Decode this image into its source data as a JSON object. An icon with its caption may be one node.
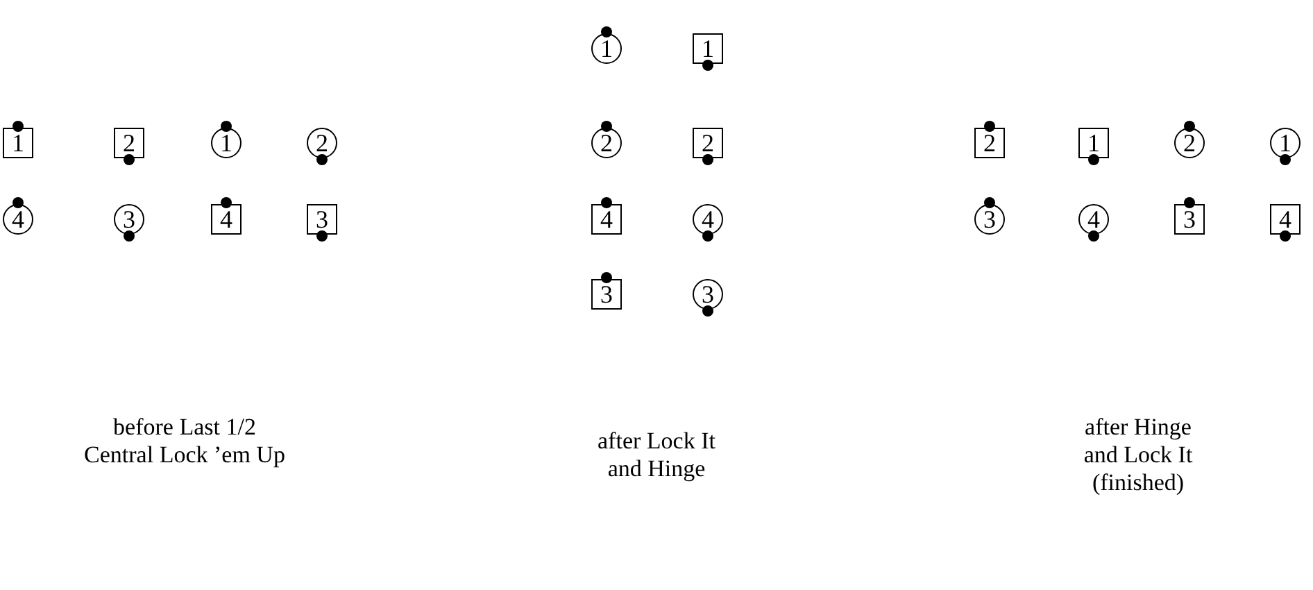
{
  "diagram": {
    "nodes": [
      {
        "text": [
          "1"
        ]
      },
      {
        "text": [
          "2"
        ]
      },
      {
        "text": [
          "1"
        ]
      },
      {
        "text": [
          "2"
        ]
      },
      {
        "text": [
          "4"
        ]
      },
      {
        "text": [
          "3"
        ]
      },
      {
        "text": [
          "4"
        ]
      },
      {
        "text": [
          "3"
        ]
      },
      {
        "text": [
          "1"
        ]
      },
      {
        "text": [
          "1"
        ]
      },
      {
        "text": [
          "2"
        ]
      },
      {
        "text": [
          "2"
        ]
      },
      {
        "text": [
          "4"
        ]
      },
      {
        "text": [
          "4"
        ]
      },
      {
        "text": [
          "3"
        ]
      },
      {
        "text": [
          "3"
        ]
      },
      {
        "text": [
          "2"
        ]
      },
      {
        "text": [
          "1"
        ]
      },
      {
        "text": [
          "2"
        ]
      },
      {
        "text": [
          "1"
        ]
      },
      {
        "text": [
          "3"
        ]
      },
      {
        "text": [
          "4"
        ]
      },
      {
        "text": [
          "3"
        ]
      },
      {
        "text": [
          "4"
        ]
      }
    ],
    "labels": [
      "before Last 1/2 Central Lock ’em Up",
      "after Lock It and Hinge",
      "after Hinge and Lock It (finished)"
    ]
  }
}
